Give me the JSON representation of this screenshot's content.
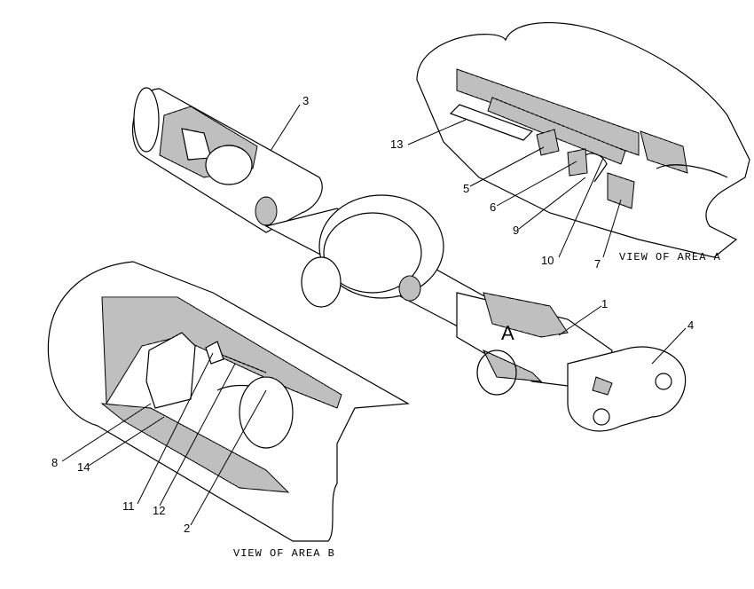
{
  "callouts": {
    "c1": "1",
    "c2": "2",
    "c3": "3",
    "c4": "4",
    "c5": "5",
    "c6": "6",
    "c7": "7",
    "c8": "8",
    "c9": "9",
    "c10": "10",
    "c11": "11",
    "c12": "12",
    "c13": "13",
    "c14": "14"
  },
  "area_labels": {
    "a": "A",
    "b": "B"
  },
  "captions": {
    "view_a": "VIEW OF AREA A",
    "view_b": "VIEW OF AREA B"
  }
}
